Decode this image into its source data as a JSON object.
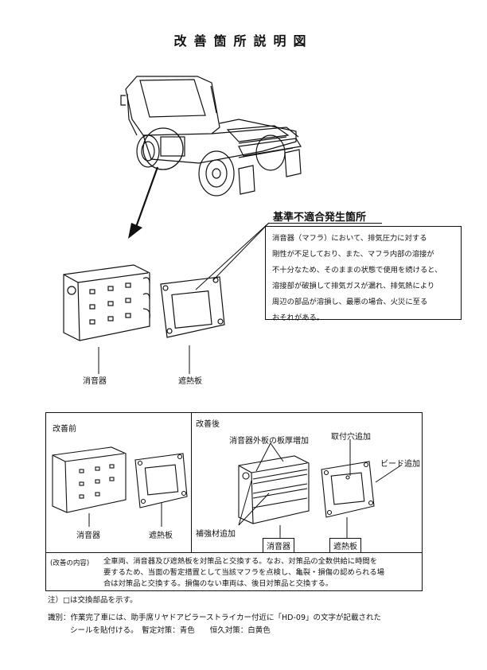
{
  "title": "改善箇所説明図",
  "callout": {
    "header": "基準不適合発生箇所",
    "lines": [
      "消音器（マフラ）において、排気圧力に対する",
      "剛性が不足しており、また、マフラ内部の溶接が",
      "不十分なため、そのままの状態で使用を続けると、",
      "溶接部が破損して排気ガスが漏れ、排気熱により",
      "周辺の部品が溶損し、最悪の場合、火災に至る",
      "おそれがある。"
    ]
  },
  "top_labels": {
    "muffler": "消音器",
    "heat_shield": "遮熱板"
  },
  "before": {
    "header": "改善前",
    "muffler": "消音器",
    "heat_shield": "遮熱板"
  },
  "after": {
    "header": "改善後",
    "plate_thickness": "消音器外板の板厚増加",
    "mount_hole": "取付穴追加",
    "bead": "ビード追加",
    "reinforcement": "補強材追加",
    "muffler": "消音器",
    "heat_shield": "遮熱板"
  },
  "content": {
    "label": "(改善の内容)",
    "lines": [
      "全車両、消音器及び遮熱板を対策品と交換する。なお、対策品の全数供給に時間を",
      "要するため、当面の暫定措置として当該マフラを点検し、亀裂・損傷の認められる場",
      "合は対策品と交換する。損傷のない車両は、後日対策品と交換する。"
    ]
  },
  "note": "注）□は交換部品を示す。",
  "identification": {
    "line1": "識別：作業完了車には、助手席リヤドアピラーストライカー付近に「HD-09」の文字が記載された",
    "line2": "シールを貼付ける。　暫定対策：青色　　恒久対策：白黄色"
  }
}
